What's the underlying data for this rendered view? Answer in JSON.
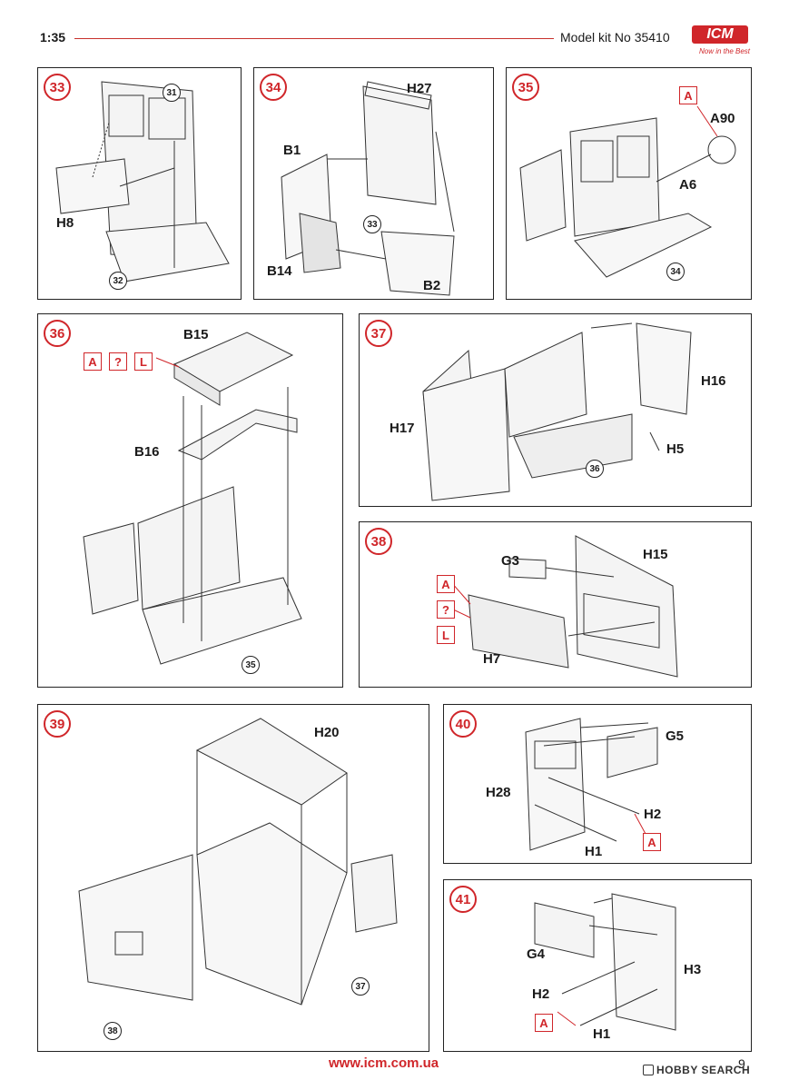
{
  "header": {
    "scale": "1:35",
    "kit": "Model kit No 35410",
    "logo": "ICM",
    "logo_tagline": "Now in the Best"
  },
  "steps": [
    {
      "number": "33",
      "labels": [
        "H8"
      ],
      "refs": [
        "31",
        "32"
      ],
      "paint": []
    },
    {
      "number": "34",
      "labels": [
        "H27",
        "B1",
        "B14",
        "B2"
      ],
      "refs": [
        "33"
      ],
      "paint": []
    },
    {
      "number": "35",
      "labels": [
        "A90",
        "A6"
      ],
      "refs": [
        "34"
      ],
      "paint": [
        "A"
      ]
    },
    {
      "number": "36",
      "labels": [
        "B15",
        "B16"
      ],
      "refs": [
        "35"
      ],
      "paint": [
        "A",
        "?",
        "L"
      ]
    },
    {
      "number": "37",
      "labels": [
        "H16",
        "H17",
        "H5"
      ],
      "refs": [
        "36"
      ],
      "paint": []
    },
    {
      "number": "38",
      "labels": [
        "G3",
        "H15",
        "H7"
      ],
      "refs": [],
      "paint": [
        "A",
        "?",
        "L"
      ]
    },
    {
      "number": "39",
      "labels": [
        "H20"
      ],
      "refs": [
        "37",
        "38"
      ],
      "paint": []
    },
    {
      "number": "40",
      "labels": [
        "G5",
        "H28",
        "H2",
        "H1"
      ],
      "refs": [],
      "paint": [
        "A"
      ]
    },
    {
      "number": "41",
      "labels": [
        "G4",
        "H3",
        "H2",
        "H1"
      ],
      "refs": [],
      "paint": [
        "A"
      ]
    }
  ],
  "footer": {
    "url": "www.icm.com.ua",
    "page": "9",
    "watermark": "HOBBY SEARCH"
  },
  "colors": {
    "accent": "#d0262a",
    "line": "#222222"
  }
}
